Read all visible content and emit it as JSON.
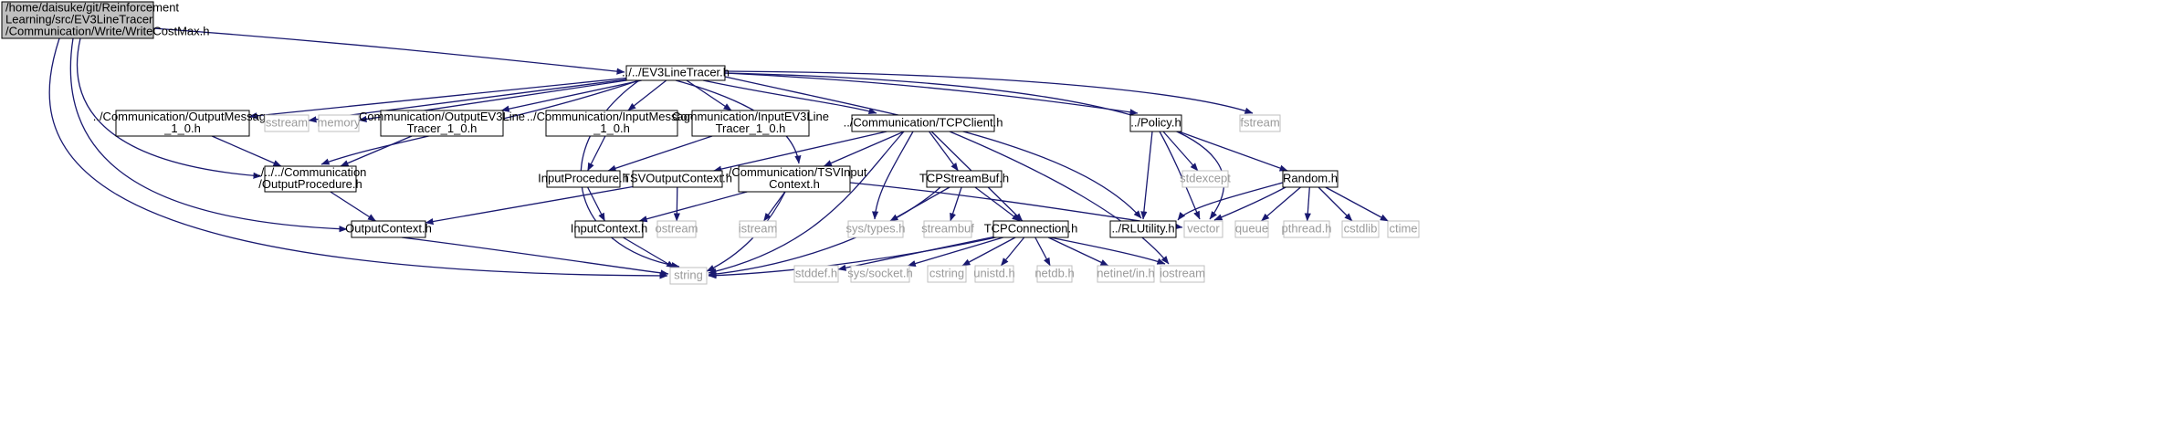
{
  "graph": {
    "nodes": {
      "root": {
        "lines": [
          "/home/daisuke/git/Reinforcement",
          "Learning/src/EV3LineTracer",
          "/Communication/Write/WriteCostMax.h"
        ],
        "style": "root"
      },
      "ev3": {
        "lines": [
          "../../EV3LineTracer.h"
        ],
        "style": "local"
      },
      "outmsg": {
        "lines": [
          "../Communication/OutputMessage",
          "_1_0.h"
        ],
        "style": "local"
      },
      "sstream": {
        "lines": [
          "sstream"
        ],
        "style": "ext"
      },
      "memory": {
        "lines": [
          "memory"
        ],
        "style": "ext"
      },
      "outev3": {
        "lines": [
          "Communication/OutputEV3Line",
          "Tracer_1_0.h"
        ],
        "style": "local"
      },
      "inmsg": {
        "lines": [
          "../Communication/InputMessage",
          "_1_0.h"
        ],
        "style": "local"
      },
      "inev3": {
        "lines": [
          "Communication/InputEV3Line",
          "Tracer_1_0.h"
        ],
        "style": "local"
      },
      "tcpclient": {
        "lines": [
          "../Communication/TCPClient.h"
        ],
        "style": "local"
      },
      "policy": {
        "lines": [
          "../Policy.h"
        ],
        "style": "local"
      },
      "fstream": {
        "lines": [
          "fstream"
        ],
        "style": "ext"
      },
      "outproc": {
        "lines": [
          "../../../Communication",
          "/OutputProcedure.h"
        ],
        "style": "local"
      },
      "inproc": {
        "lines": [
          "InputProcedure.h"
        ],
        "style": "local"
      },
      "tsvout": {
        "lines": [
          "TSVOutputContext.h"
        ],
        "style": "local"
      },
      "tsvin": {
        "lines": [
          "../Communication/TSVInput",
          "Context.h"
        ],
        "style": "local"
      },
      "tcpstream": {
        "lines": [
          "TCPStreamBuf.h"
        ],
        "style": "local"
      },
      "stdexcept": {
        "lines": [
          "stdexcept"
        ],
        "style": "ext"
      },
      "random": {
        "lines": [
          "Random.h"
        ],
        "style": "local"
      },
      "outctx": {
        "lines": [
          "OutputContext.h"
        ],
        "style": "local"
      },
      "inctx": {
        "lines": [
          "InputContext.h"
        ],
        "style": "local"
      },
      "ostream": {
        "lines": [
          "ostream"
        ],
        "style": "ext"
      },
      "istream": {
        "lines": [
          "istream"
        ],
        "style": "ext"
      },
      "systypes": {
        "lines": [
          "sys/types.h"
        ],
        "style": "ext"
      },
      "streambuf": {
        "lines": [
          "streambuf"
        ],
        "style": "ext"
      },
      "tcpconn": {
        "lines": [
          "TCPConnection.h"
        ],
        "style": "local"
      },
      "rlutil": {
        "lines": [
          "../RLUtility.h"
        ],
        "style": "local"
      },
      "vector": {
        "lines": [
          "vector"
        ],
        "style": "ext"
      },
      "queue": {
        "lines": [
          "queue"
        ],
        "style": "ext"
      },
      "pthread": {
        "lines": [
          "pthread.h"
        ],
        "style": "ext"
      },
      "cstdlib": {
        "lines": [
          "cstdlib"
        ],
        "style": "ext"
      },
      "ctime": {
        "lines": [
          "ctime"
        ],
        "style": "ext"
      },
      "string": {
        "lines": [
          "string"
        ],
        "style": "ext"
      },
      "stddef": {
        "lines": [
          "stddef.h"
        ],
        "style": "ext"
      },
      "syssocket": {
        "lines": [
          "sys/socket.h"
        ],
        "style": "ext"
      },
      "cstring": {
        "lines": [
          "cstring"
        ],
        "style": "ext"
      },
      "unistd": {
        "lines": [
          "unistd.h"
        ],
        "style": "ext"
      },
      "netdb": {
        "lines": [
          "netdb.h"
        ],
        "style": "ext"
      },
      "netinet": {
        "lines": [
          "netinet/in.h"
        ],
        "style": "ext"
      },
      "iostream": {
        "lines": [
          "iostream"
        ],
        "style": "ext"
      }
    },
    "edges": [
      [
        "root",
        "ev3"
      ],
      [
        "root",
        "outproc"
      ],
      [
        "root",
        "outctx"
      ],
      [
        "root",
        "string"
      ],
      [
        "ev3",
        "outmsg"
      ],
      [
        "ev3",
        "sstream"
      ],
      [
        "ev3",
        "memory"
      ],
      [
        "ev3",
        "outev3"
      ],
      [
        "ev3",
        "inmsg"
      ],
      [
        "ev3",
        "inev3"
      ],
      [
        "ev3",
        "tcpclient"
      ],
      [
        "ev3",
        "policy"
      ],
      [
        "ev3",
        "fstream"
      ],
      [
        "ev3",
        "outproc"
      ],
      [
        "ev3",
        "tsvin"
      ],
      [
        "ev3",
        "rlutil"
      ],
      [
        "ev3",
        "vector"
      ],
      [
        "ev3",
        "string"
      ],
      [
        "outmsg",
        "outproc"
      ],
      [
        "outev3",
        "outproc"
      ],
      [
        "outproc",
        "outctx"
      ],
      [
        "inmsg",
        "inproc"
      ],
      [
        "inev3",
        "inproc"
      ],
      [
        "inproc",
        "inctx"
      ],
      [
        "tcpclient",
        "tsvout"
      ],
      [
        "tcpclient",
        "tsvin"
      ],
      [
        "tcpclient",
        "tcpstream"
      ],
      [
        "tcpclient",
        "tcpconn"
      ],
      [
        "tcpclient",
        "systypes"
      ],
      [
        "tcpclient",
        "string"
      ],
      [
        "tcpclient",
        "iostream"
      ],
      [
        "tsvout",
        "outctx"
      ],
      [
        "tsvout",
        "ostream"
      ],
      [
        "tsvin",
        "inctx"
      ],
      [
        "tsvin",
        "istream"
      ],
      [
        "tsvin",
        "string"
      ],
      [
        "tsvin",
        "vector"
      ],
      [
        "tcpstream",
        "tcpconn"
      ],
      [
        "tcpstream",
        "systypes"
      ],
      [
        "tcpstream",
        "streambuf"
      ],
      [
        "tcpstream",
        "string"
      ],
      [
        "tcpconn",
        "string"
      ],
      [
        "tcpconn",
        "stddef"
      ],
      [
        "tcpconn",
        "syssocket"
      ],
      [
        "tcpconn",
        "cstring"
      ],
      [
        "tcpconn",
        "unistd"
      ],
      [
        "tcpconn",
        "netdb"
      ],
      [
        "tcpconn",
        "netinet"
      ],
      [
        "tcpconn",
        "iostream"
      ],
      [
        "policy",
        "stdexcept"
      ],
      [
        "policy",
        "random"
      ],
      [
        "policy",
        "rlutil"
      ],
      [
        "policy",
        "vector"
      ],
      [
        "random",
        "rlutil"
      ],
      [
        "random",
        "vector"
      ],
      [
        "random",
        "queue"
      ],
      [
        "random",
        "pthread"
      ],
      [
        "random",
        "cstdlib"
      ],
      [
        "random",
        "ctime"
      ],
      [
        "outctx",
        "string"
      ],
      [
        "inctx",
        "string"
      ]
    ]
  },
  "colors": {
    "edge": "#191970",
    "local_border": "#000000",
    "ext_border": "#bfbfbf",
    "root_fill": "#bfbfbf",
    "ext_text": "#9a9a9a"
  }
}
